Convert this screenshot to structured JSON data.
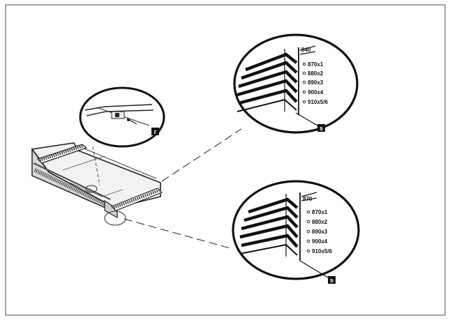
{
  "diagram": {
    "callouts": {
      "top_detail": "r",
      "zoom_upper": "s",
      "zoom_lower": "s"
    },
    "upper_zoom": {
      "header": "840",
      "labels": [
        "870x1",
        "880x2",
        "890x3",
        "900x4",
        "910x5/6"
      ]
    },
    "lower_zoom": {
      "header": "870",
      "labels": [
        "870x1",
        "880x2",
        "890x3",
        "900x4",
        "910x5/6"
      ]
    }
  }
}
